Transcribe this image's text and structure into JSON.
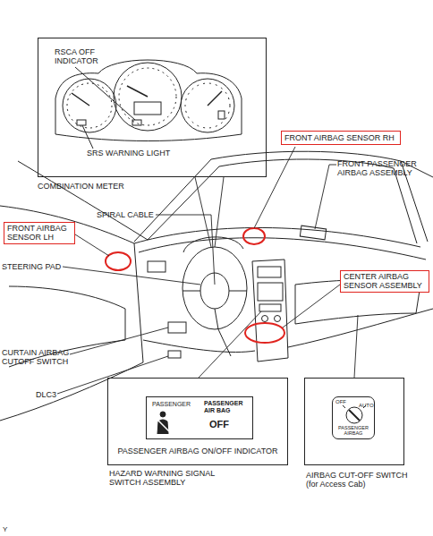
{
  "diagram": {
    "nodes": [
      {
        "text": [
          "RSCA OFF INDICATOR",
          "SRS WARNING LIGHT",
          "COMBINATION METER"
        ]
      },
      {
        "text": [
          "FRONT AIRBAG SENSOR RH"
        ]
      },
      {
        "text": [
          "FRONT AIRBAG SENSOR LH"
        ]
      },
      {
        "text": [
          "CENTER AIRBAG SENSOR ASSEMBLY"
        ]
      },
      {
        "text": [
          "PASSENGER AIRBAG ON/OFF INDICATOR",
          "HAZARD WARNING SIGNAL SWITCH ASSEMBLY"
        ]
      },
      {
        "text": [
          "PASSENGER",
          "PASSENGER AIR BAG",
          "OFF"
        ],
        "in": 4
      },
      {
        "text": [
          "AIRBAG CUT-OFF SWITCH (for Access Cab)"
        ]
      },
      {
        "text": [
          "OFF",
          "AUTO",
          "PASSENGER AIRBAG"
        ],
        "in": 6
      }
    ],
    "labels": [
      "FRONT PASSENGER AIRBAG ASSEMBLY",
      "SPIRAL CABLE",
      "STEERING PAD",
      "CURTAIN AIRBAG CUTOFF SWITCH",
      "DLC3",
      "Y"
    ]
  }
}
